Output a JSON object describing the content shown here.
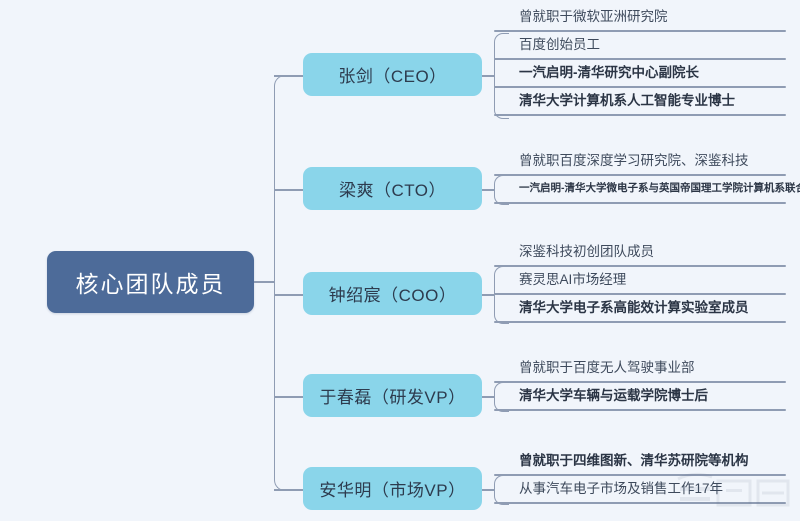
{
  "diagram": {
    "type": "mindmap",
    "colors": {
      "background": "#f1f5fb",
      "root_fill": "#4d6b99",
      "root_text": "#ffffff",
      "branch_fill": "#8ad5ea",
      "branch_text": "#2d3b4e",
      "connector": "#8f9cb3",
      "leaf_text": "#3e4a5c"
    },
    "root": {
      "label": "核心团队成员"
    },
    "branches": [
      {
        "id": "ceo",
        "label": "张剑（CEO）",
        "items": [
          {
            "text": "曾就职于微软亚洲研究院",
            "style": "normal"
          },
          {
            "text": "百度创始员工",
            "style": "normal"
          },
          {
            "text": "一汽启明-清华研究中心副院长",
            "style": "bold"
          },
          {
            "text": "清华大学计算机系人工智能专业博士",
            "style": "bold"
          }
        ]
      },
      {
        "id": "cto",
        "label": "梁爽（CTO）",
        "items": [
          {
            "text": "曾就职百度深度学习研究院、深鉴科技",
            "style": "normal"
          },
          {
            "text": "一汽启明-清华大学微电子系与英国帝国理工学院计算机系联合培养博士",
            "style": "tiny"
          }
        ]
      },
      {
        "id": "coo",
        "label": "钟绍宸（COO）",
        "items": [
          {
            "text": "深鉴科技初创团队成员",
            "style": "normal"
          },
          {
            "text": "赛灵思AI市场经理",
            "style": "normal"
          },
          {
            "text": "清华大学电子系高能效计算实验室成员",
            "style": "bold"
          }
        ]
      },
      {
        "id": "rd-vp",
        "label": "于春磊（研发VP）",
        "items": [
          {
            "text": "曾就职于百度无人驾驶事业部",
            "style": "normal"
          },
          {
            "text": "清华大学车辆与运载学院博士后",
            "style": "bold"
          }
        ]
      },
      {
        "id": "market-vp",
        "label": "安华明（市场VP）",
        "items": [
          {
            "text": "曾就职于四维图新、清华苏研院等机构",
            "style": "bold"
          },
          {
            "text": "从事汽车电子市场及销售工作17年",
            "style": "normal"
          }
        ]
      }
    ],
    "watermark": {
      "name": "che-dong-xi-watermark"
    }
  }
}
